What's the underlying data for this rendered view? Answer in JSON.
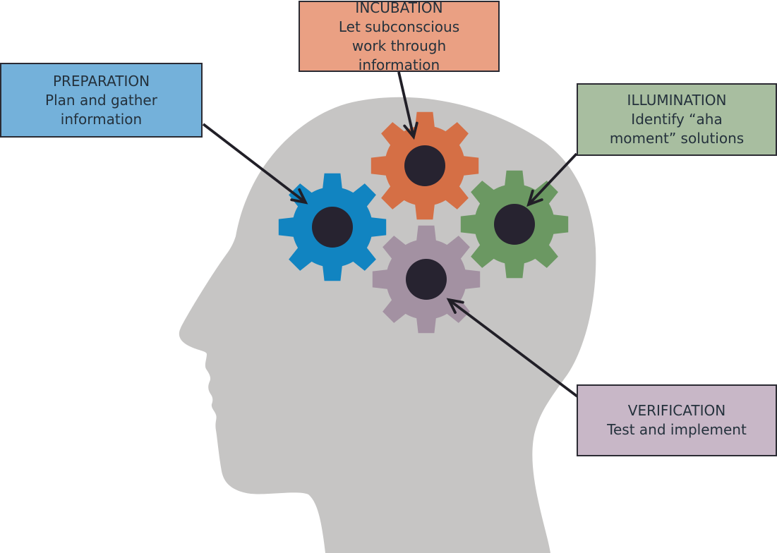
{
  "diagram": {
    "background_color": "#ffffff",
    "head_color": "#c6c5c4",
    "box_border_color": "#2b2b33",
    "text_color": "#24313c",
    "arrow_color": "#211f27",
    "gear_center_color": "#272330",
    "stages": [
      {
        "name": "preparation",
        "title": "PREPARATION",
        "description": "Plan and gather information",
        "box_fill": "#74b1da",
        "gear_fill": "#1184c1"
      },
      {
        "name": "incubation",
        "title": "INCUBATION",
        "description": "Let subconscious work through information",
        "box_fill": "#eaa083",
        "gear_fill": "#d56f45"
      },
      {
        "name": "illumination",
        "title": "ILLUMINATION",
        "description": "Identify “aha moment” solutions",
        "box_fill": "#a8bea0",
        "gear_fill": "#6b9862"
      },
      {
        "name": "verification",
        "title": "VERIFICATION",
        "description": "Test and implement",
        "box_fill": "#c8b7c7",
        "gear_fill": "#a391a2"
      }
    ]
  }
}
